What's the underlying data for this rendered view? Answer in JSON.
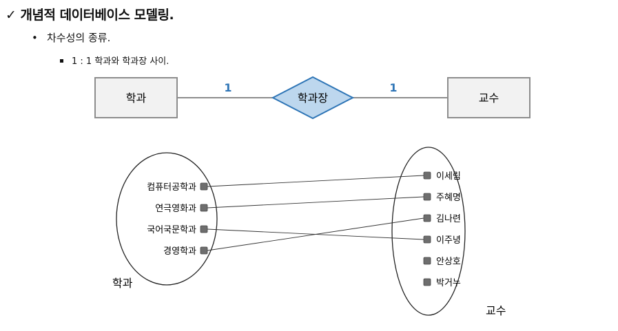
{
  "heading": {
    "check": "✓",
    "title": "개념적 데이터베이스 모델링."
  },
  "bullet_level1": {
    "marker": "•",
    "text": "차수성의 종류."
  },
  "bullet_level2": {
    "text": "1 : 1 학과와 학과장 사이."
  },
  "er": {
    "left_entity": "학과",
    "relationship": "학과장",
    "right_entity": "교수",
    "left_cardinality": "1",
    "right_cardinality": "1"
  },
  "mapping": {
    "left_set_label": "학과",
    "right_set_label": "교수",
    "left_items": [
      "컴퓨터공학과",
      "연극영화과",
      "국어국문학과",
      "경영학과"
    ],
    "right_items": [
      "이세림",
      "주혜명",
      "김나련",
      "이주녕",
      "안상호",
      "박거누"
    ],
    "links": [
      {
        "from": "컴퓨터공학과",
        "to": "이세림"
      },
      {
        "from": "연극영화과",
        "to": "주혜명"
      },
      {
        "from": "국어국문학과",
        "to": "이주녕"
      },
      {
        "from": "경영학과",
        "to": "김나련"
      }
    ]
  },
  "colors": {
    "entity_fill": "#f2f2f2",
    "entity_stroke": "#8c8c8c",
    "relationship_fill": "#bdd7ee",
    "relationship_stroke": "#2e75b6",
    "cardinality_text": "#2e75b6",
    "marker_fill": "#6e6e6e"
  }
}
